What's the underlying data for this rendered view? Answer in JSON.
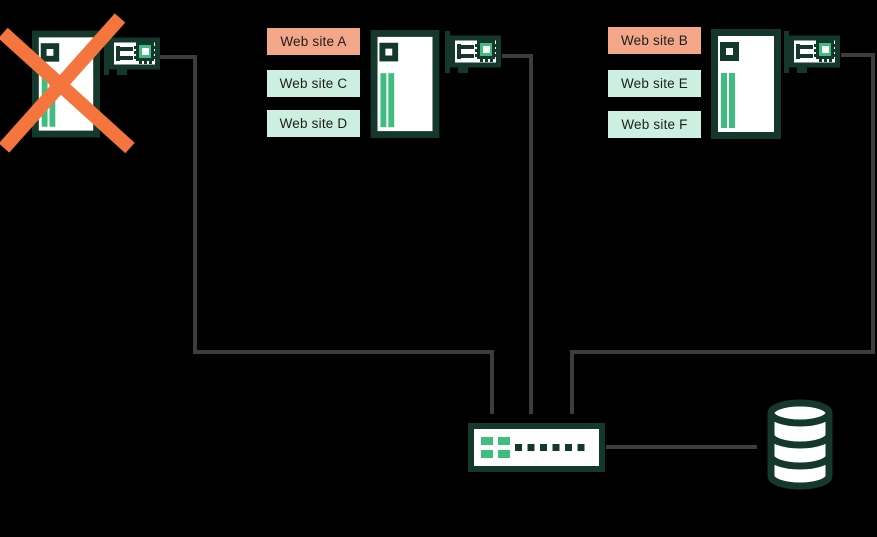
{
  "colors": {
    "background": "#000000",
    "outline_dark_green": "#14382c",
    "accent_green": "#3ebd7e",
    "label_mint": "#cdefe1",
    "label_salmon": "#f3a688",
    "failure_cross_orange": "#f4763e",
    "connector_gray": "#3d3d3d",
    "icon_fill_white": "#ffffff",
    "label_text": "#1d1d1d"
  },
  "servers": [
    {
      "name": "server-1",
      "status": "failed",
      "websites": []
    },
    {
      "name": "server-2",
      "status": "online",
      "websites": [
        {
          "label": "Web site A",
          "highlight": "salmon"
        },
        {
          "label": "Web site C",
          "highlight": "mint"
        },
        {
          "label": "Web site D",
          "highlight": "mint"
        }
      ]
    },
    {
      "name": "server-3",
      "status": "online",
      "websites": [
        {
          "label": "Web site B",
          "highlight": "salmon"
        },
        {
          "label": "Web site E",
          "highlight": "mint"
        },
        {
          "label": "Web site F",
          "highlight": "mint"
        }
      ]
    }
  ],
  "devices": {
    "switch": "network-switch",
    "database": "database"
  },
  "connections": [
    {
      "from": "server-1-nic",
      "to": "network-switch"
    },
    {
      "from": "server-2-nic",
      "to": "network-switch"
    },
    {
      "from": "server-3-nic",
      "to": "network-switch"
    },
    {
      "from": "network-switch",
      "to": "database"
    }
  ]
}
